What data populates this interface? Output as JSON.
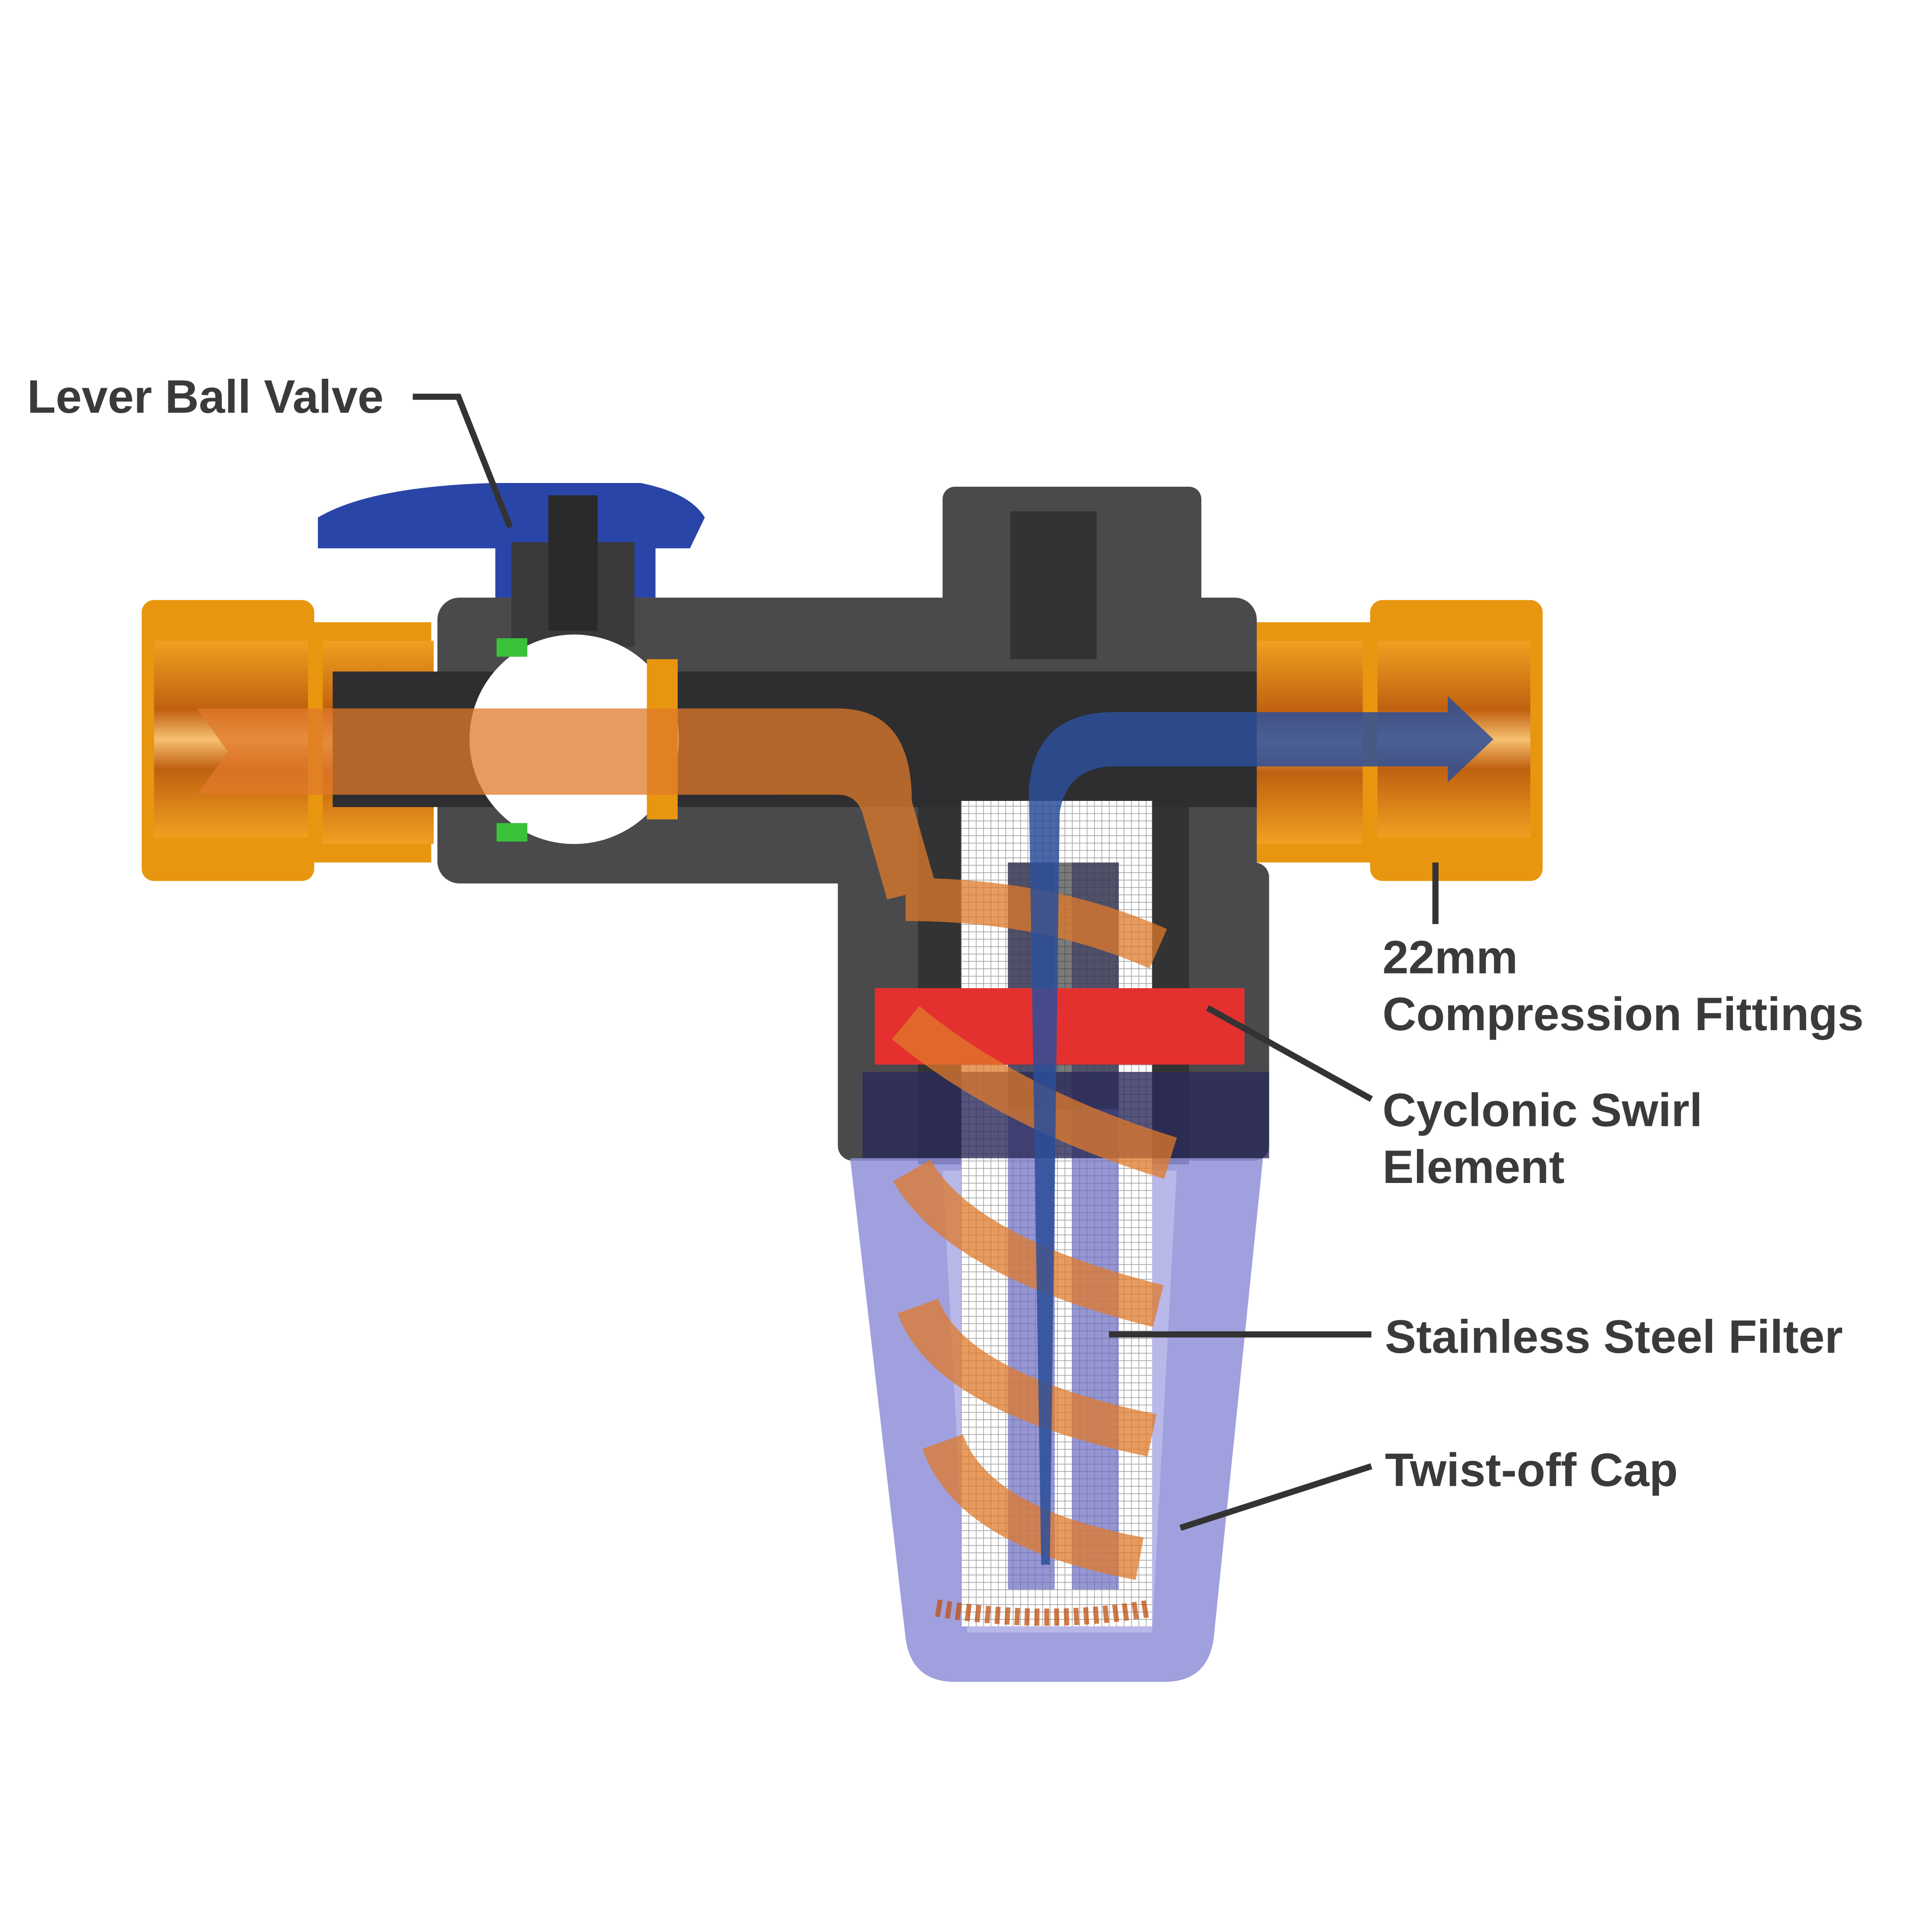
{
  "labels": {
    "lever_ball_valve": "Lever Ball Valve",
    "fittings_size": "22mm",
    "fittings_name": "Compression Fittings",
    "swirl_line1": "Cyclonic Swirl",
    "swirl_line2": "Element",
    "filter": "Stainless Steel Filter",
    "cap": "Twist-off Cap"
  },
  "colors": {
    "body": "#4a4a4c",
    "brass": "#e8960f",
    "lever": "#2a45a8",
    "cap": "#8f8fd8",
    "swirl": "#e53030",
    "flow_in": "#e07a2a",
    "flow_out": "#2c4f9a",
    "seal": "#3ac23a"
  }
}
